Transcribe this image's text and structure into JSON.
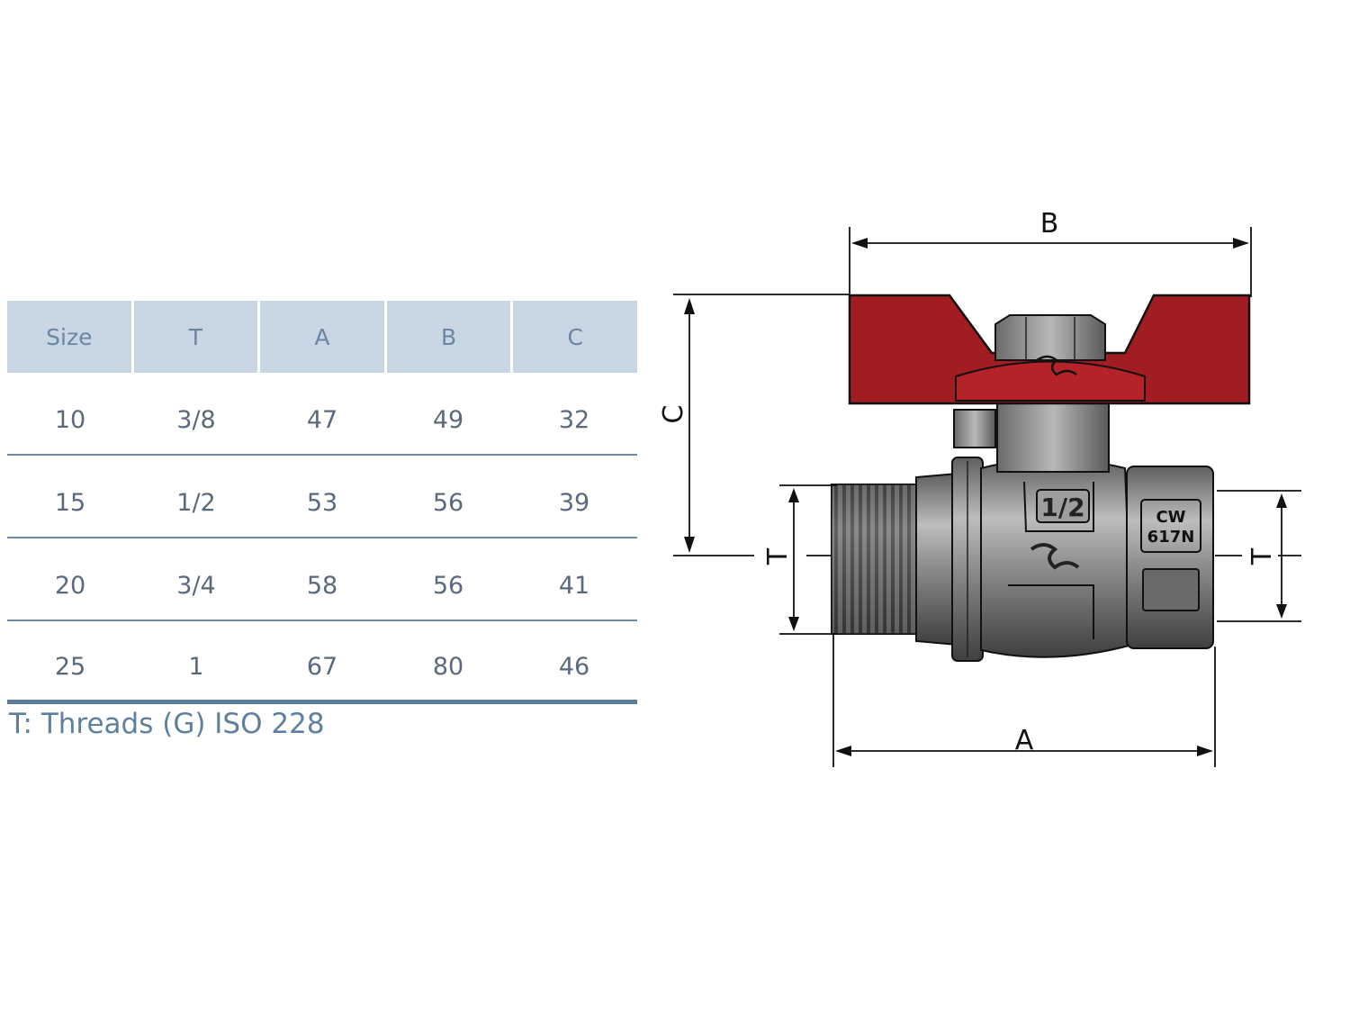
{
  "table": {
    "headers": [
      "Size",
      "T",
      "A",
      "B",
      "C"
    ],
    "rows": [
      [
        "10",
        "3/8",
        "47",
        "49",
        "32"
      ],
      [
        "15",
        "1/2",
        "53",
        "56",
        "39"
      ],
      [
        "20",
        "3/4",
        "58",
        "56",
        "41"
      ],
      [
        "25",
        "1",
        "67",
        "80",
        "46"
      ]
    ]
  },
  "note": "T: Threads (G) ISO 228",
  "drawing": {
    "labels": {
      "a": "A",
      "b": "B",
      "c": "C",
      "t": "T"
    },
    "body_markings": {
      "size": "1/2",
      "material_line1": "CW",
      "material_line2": "617N"
    },
    "colors": {
      "handle": "#a11d22",
      "body": "#7a7a7a",
      "line": "#111111"
    }
  }
}
